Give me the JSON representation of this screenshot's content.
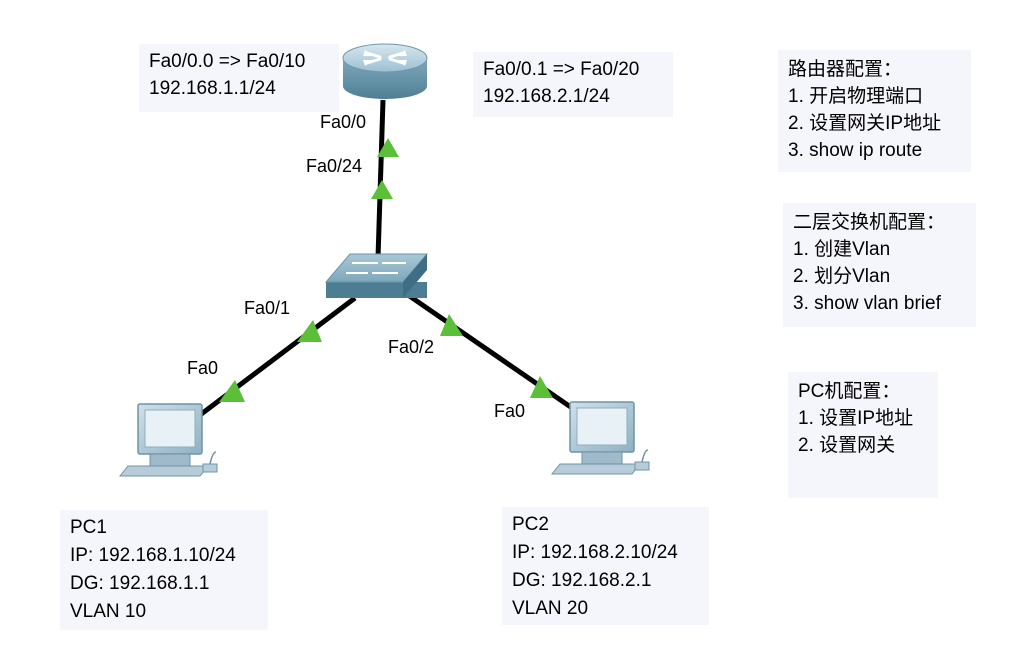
{
  "router_notes": {
    "left": [
      "Fa0/0.0 => Fa0/10",
      "192.168.1.1/24"
    ],
    "right": [
      "Fa0/0.1 => Fa0/20",
      "192.168.2.1/24"
    ]
  },
  "ports": {
    "router_fa0": "Fa0/0",
    "switch_fa024": "Fa0/24",
    "switch_fa01": "Fa0/1",
    "switch_fa02": "Fa0/2",
    "pc1_fa0": "Fa0",
    "pc2_fa0": "Fa0"
  },
  "pc1_note": [
    "PC1",
    "IP: 192.168.1.10/24",
    "DG: 192.168.1.1",
    "VLAN 10"
  ],
  "pc2_note": [
    "PC2",
    "IP: 192.168.2.10/24",
    "DG: 192.168.2.1",
    "VLAN 20"
  ],
  "router_config": [
    "路由器配置：",
    "1. 开启物理端口",
    "2. 设置网关IP地址",
    "3. show ip route"
  ],
  "switch_config": [
    "二层交换机配置：",
    "1. 创建Vlan",
    "2. 划分Vlan",
    "3. show vlan brief"
  ],
  "pc_config": [
    "PC机配置：",
    "1. 设置IP地址",
    "2. 设置网关"
  ],
  "colors": {
    "link": "#000000",
    "port_up": "#5cbf3a",
    "device": "#6a9fb5",
    "note_bg": "#f5f5fc"
  },
  "icons": {
    "router": "router-icon",
    "switch": "switch-icon",
    "pc": "pc-icon"
  }
}
